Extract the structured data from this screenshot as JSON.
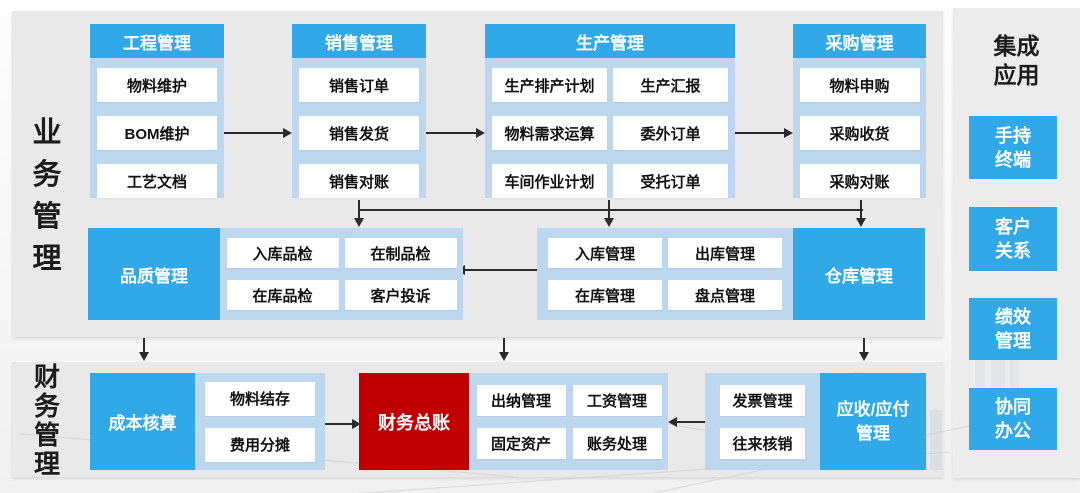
{
  "colors": {
    "module_blue": "#31a9e8",
    "container_light_blue": "#bdd7ee",
    "ledger_red": "#c00000",
    "panel_gray": "#e9e9e9"
  },
  "labels": {
    "business": "业务管理",
    "finance": "财务管理"
  },
  "engineering": {
    "title": "工程管理",
    "items": [
      "物料维护",
      "BOM维护",
      "工艺文档"
    ]
  },
  "sales": {
    "title": "销售管理",
    "items": [
      "销售订单",
      "销售发货",
      "销售对账"
    ]
  },
  "production": {
    "title": "生产管理",
    "items": [
      "生产排产计划",
      "生产汇报",
      "物料需求运算",
      "委外订单",
      "车间作业计划",
      "受托订单"
    ]
  },
  "purchasing": {
    "title": "采购管理",
    "items": [
      "物料申购",
      "采购收货",
      "采购对账"
    ]
  },
  "quality": {
    "title": "品质管理",
    "items": [
      "入库品检",
      "在制品检",
      "在库品检",
      "客户投诉"
    ]
  },
  "warehouse": {
    "title": "仓库管理",
    "items": [
      "入库管理",
      "出库管理",
      "在库管理",
      "盘点管理"
    ]
  },
  "cost": {
    "title": "成本核算",
    "items": [
      "物料结存",
      "费用分摊"
    ]
  },
  "ledger": {
    "title": "财务总账",
    "items": [
      "出纳管理",
      "工资管理",
      "固定资产",
      "账务处理"
    ]
  },
  "receivable": {
    "title": "应收/应付\n管理",
    "items": [
      "发票管理",
      "往来核销"
    ]
  },
  "integration": {
    "title": "集成\n应用",
    "items": [
      "手持\n终端",
      "客户\n关系",
      "绩效\n管理",
      "协同\n办公"
    ]
  }
}
